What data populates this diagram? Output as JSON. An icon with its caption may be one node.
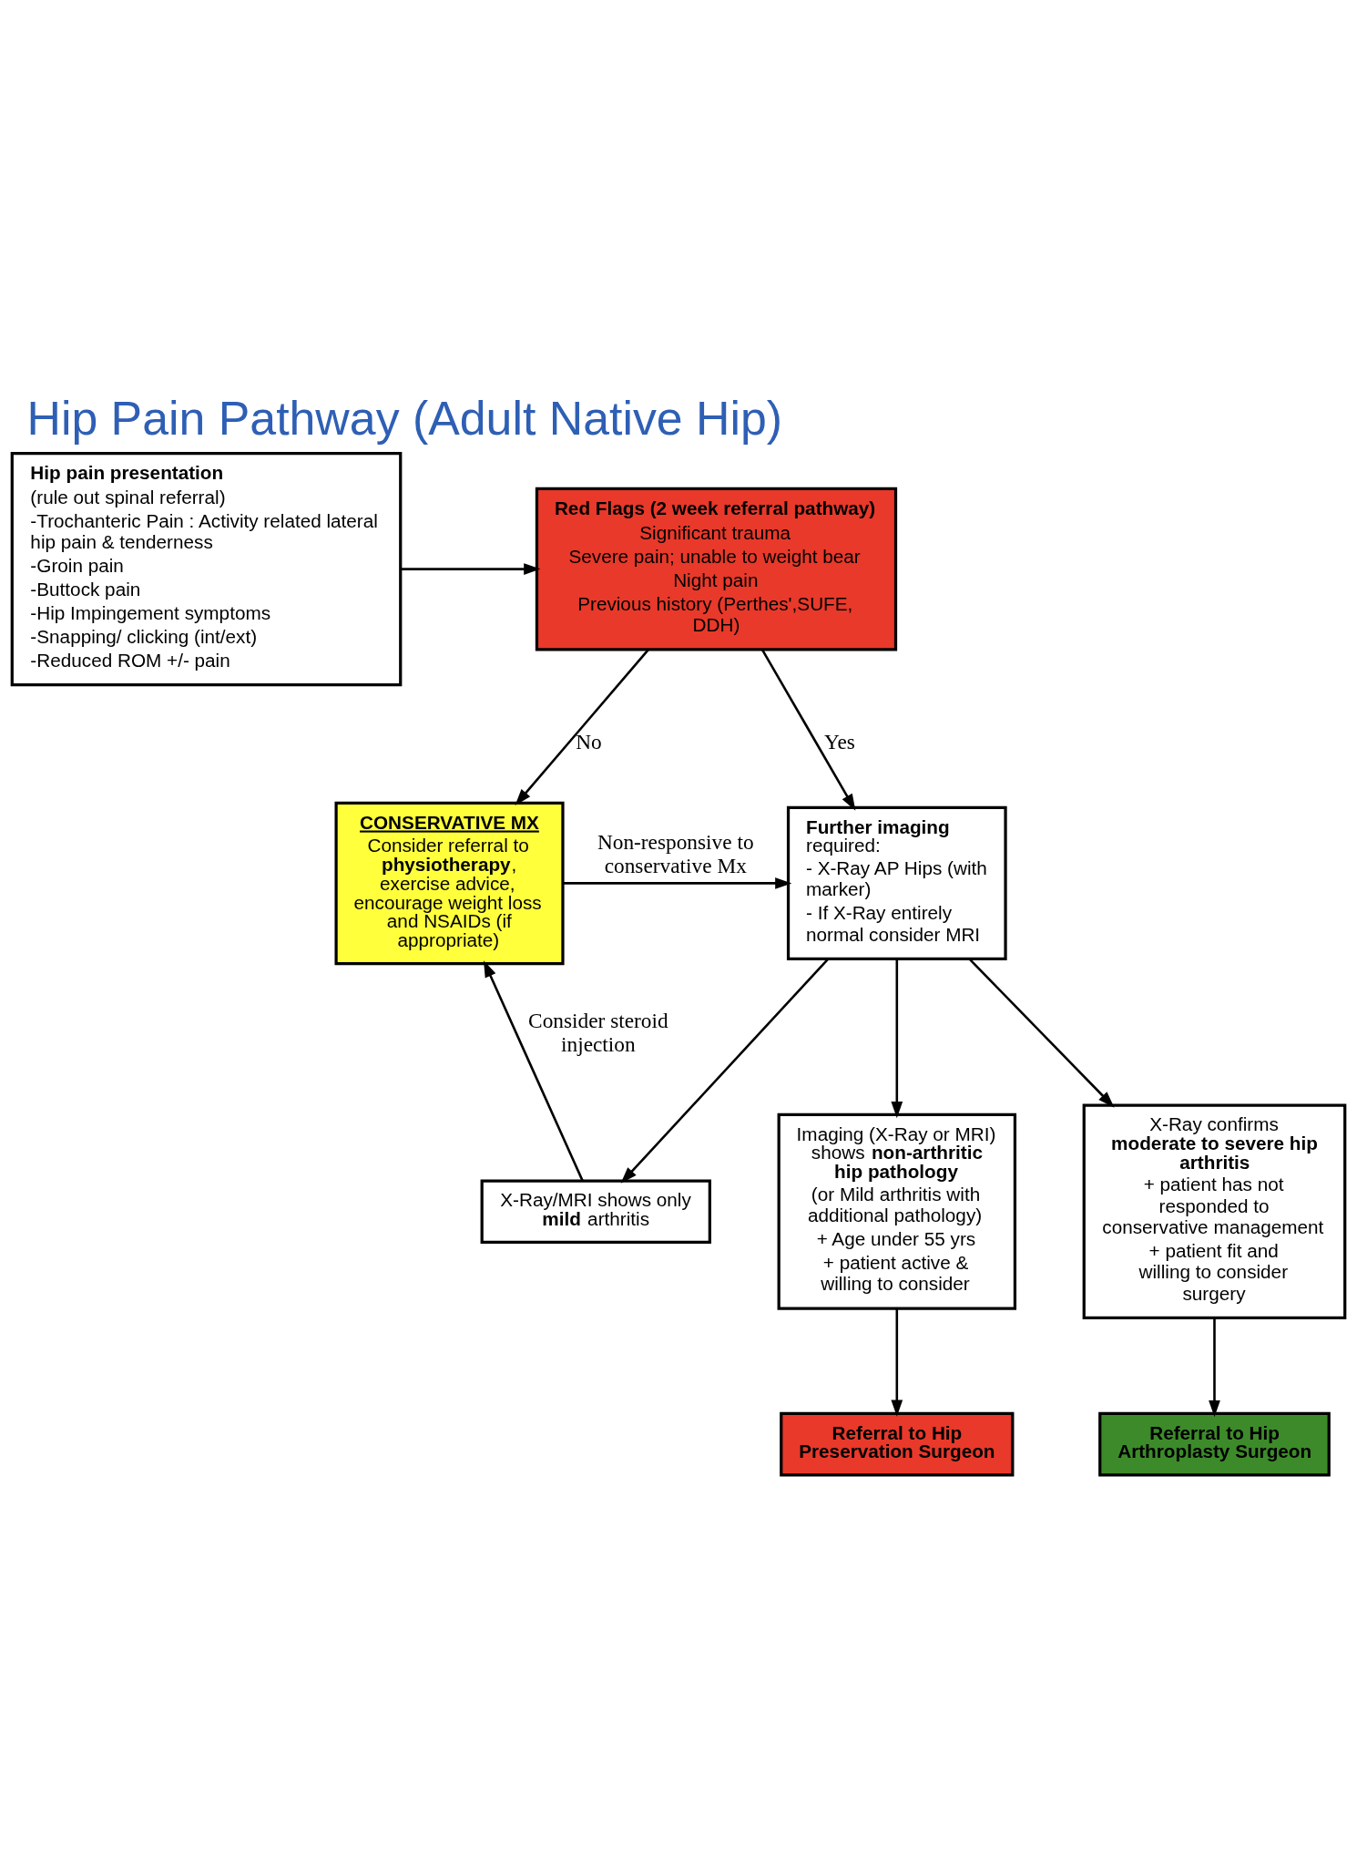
{
  "diagram": {
    "title": "Hip Pain Pathway (Adult Native Hip)",
    "nodes": [
      {
        "text": [
          "Hip pain presentation",
          "(rule out spinal referral)",
          "-Trochanteric Pain : Activity related lateral hip pain & tenderness",
          "-Groin pain",
          "-Buttock pain",
          "-Hip Impingement symptoms",
          "-Snapping/ clicking (int/ext)",
          "-Reduced ROM +/- pain"
        ]
      },
      {
        "text": [
          "Red Flags (2 week referral pathway)",
          "Significant trauma",
          "Severe pain; unable to weight bear",
          "Night pain",
          "Previous history (Perthes',SUFE, DDH)"
        ]
      },
      {
        "text": [
          "CONSERVATIVE MX",
          "Consider referral to **physiotherapy**, exercise advice, encourage weight loss and NSAIDs (if appropriate)"
        ]
      },
      {
        "text": [
          "**Further imaging** required:",
          "- X-Ray AP Hips (with marker)",
          "- If X-Ray entirely normal consider MRI"
        ]
      },
      {
        "text": [
          "X-Ray/MRI shows only **mild** arthritis"
        ]
      },
      {
        "text": [
          "Imaging (X-Ray or MRI) shows **non-arthritic hip pathology**",
          "(or Mild arthritis with additional pathology)",
          "+ Age under 55 yrs",
          "+ patient active & willing to consider"
        ]
      },
      {
        "text": [
          "X-Ray confirms **moderate to severe hip arthritis**",
          "+ patient has not responded to conservative management",
          "+ patient fit and willing to consider surgery"
        ]
      },
      {
        "text": [
          "Referral to Hip Preservation Surgeon"
        ]
      },
      {
        "text": [
          "Referral to Hip Arthroplasty Surgeon"
        ]
      }
    ],
    "edges": [
      {
        "from": 0,
        "to": 1,
        "arrow": "to"
      },
      {
        "from": 1,
        "to": 2,
        "arrow": "to",
        "label": "No"
      },
      {
        "from": 1,
        "to": 3,
        "arrow": "to",
        "label": "Yes"
      },
      {
        "from": 2,
        "to": 3,
        "arrow": "to",
        "label": "Non-responsive to conservative Mx"
      },
      {
        "from": 3,
        "to": 4,
        "arrow": "to"
      },
      {
        "from": 3,
        "to": 5,
        "arrow": "to"
      },
      {
        "from": 3,
        "to": 6,
        "arrow": "to"
      },
      {
        "from": 4,
        "to": 2,
        "arrow": "to",
        "label": "Consider steroid injection"
      },
      {
        "from": 5,
        "to": 7,
        "arrow": "to"
      },
      {
        "from": 6,
        "to": 8,
        "arrow": "to"
      }
    ]
  }
}
